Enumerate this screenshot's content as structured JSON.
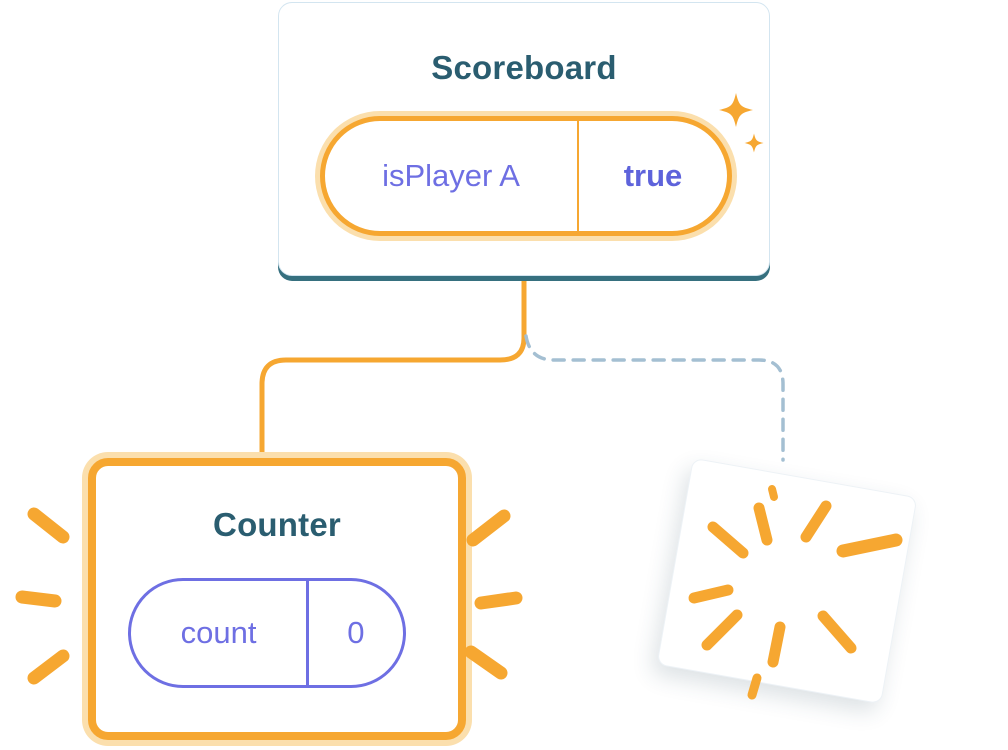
{
  "scoreboard": {
    "title": "Scoreboard",
    "prop": {
      "label": "isPlayer A",
      "value": "true"
    }
  },
  "counter": {
    "title": "Counter",
    "state": {
      "label": "count",
      "value": "0"
    }
  },
  "icons": {
    "sparkle": "sparkle-icon",
    "burst": "burst-poof-icon",
    "emphasis": "emphasis-marks"
  },
  "colors": {
    "orange": "#F6A731",
    "orange_halo": "#FBDFAD",
    "purple": "#6E6FE3",
    "purple_bold": "#5E63DB",
    "teal_text": "#2A5D70",
    "teal_edge": "#36707F",
    "dashed_blue": "#A4BFD2",
    "card_border": "#D3E5F0"
  }
}
